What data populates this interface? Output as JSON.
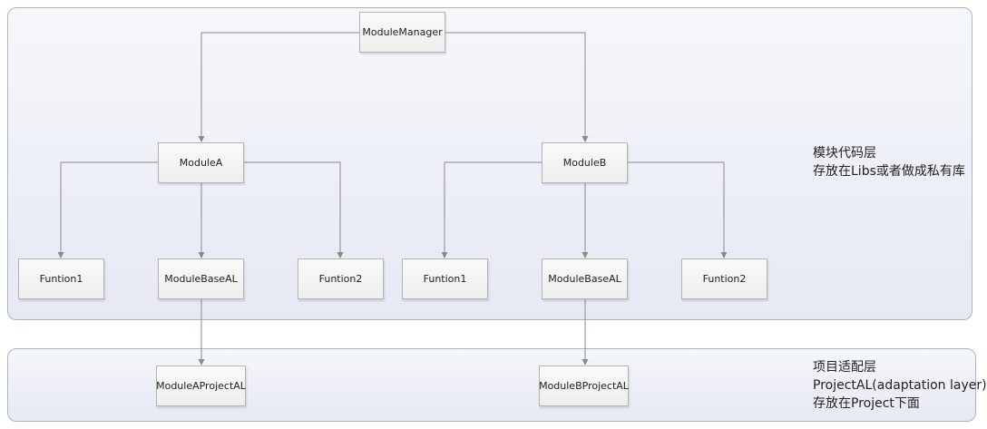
{
  "nodes": {
    "module_manager": "ModuleManager",
    "module_a": "ModuleA",
    "module_b": "ModuleB",
    "a_function1": "Funtion1",
    "a_base_al": "ModuleBaseAL",
    "a_function2": "Funtion2",
    "b_function1": "Funtion1",
    "b_base_al": "ModuleBaseAL",
    "b_function2": "Funtion2",
    "a_project_al": "ModuleAProjectAL",
    "b_project_al": "ModuleBProjectAL"
  },
  "notes": {
    "module_layer": [
      "模块代码层",
      "存放在Libs或者做成私有库"
    ],
    "adaptation_layer": [
      "项目适配层",
      "ProjectAL(adaptation layer)",
      "存放在Project下面"
    ]
  },
  "colors": {
    "connector": "#8a8a8a",
    "layer_border": "#a9b3c6",
    "layer_fill": "#eceef6"
  }
}
